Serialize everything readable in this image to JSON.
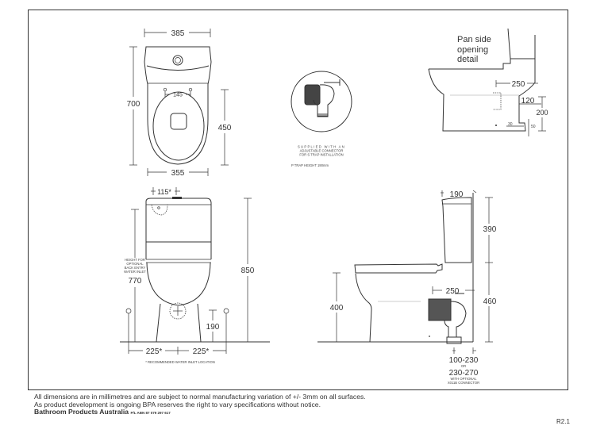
{
  "diagram": {
    "title": "Close coupled toilet suite dimension drawing",
    "units": "mm",
    "plan_view": {
      "width_top": "385",
      "overall_depth": "700",
      "seat_hinge_spacing": "145",
      "seat_depth": "450",
      "width_bottom": "355"
    },
    "connector_detail": {
      "note_line1": "SUPPLIED WITH AN",
      "note_line2": "ADJUSTABLE CONNECTOR",
      "note_line3": "FOR S TRAP INSTALLATION",
      "p_trap_note": "P TRAP HEIGHT 190mm"
    },
    "pan_side_detail": {
      "title_line1": "Pan side",
      "title_line2": "opening",
      "title_line3": "detail",
      "opening_width": "250",
      "opening_offset": "120",
      "opening_height": "200",
      "small_width": "30",
      "small_height": "50"
    },
    "front_view": {
      "button_offset": "115*",
      "optional_inlet_note_line1": "HEIGHT FOR",
      "optional_inlet_note_line2": "OPTIONAL",
      "optional_inlet_note_line3": "BACK ENTRY",
      "optional_inlet_note_line4": "WATER INLET",
      "optional_inlet_height": "770",
      "overall_height": "850",
      "outlet_height": "190",
      "inlet_left": "225*",
      "inlet_right": "225*",
      "inlet_footnote": "* RECOMMENDED WATER INLET LOCATION"
    },
    "side_view": {
      "cistern_depth": "190",
      "cistern_height": "390",
      "pan_height": "460",
      "seat_height": "400",
      "connector_length": "250",
      "setout_range": "100-230",
      "or_label": "OR",
      "setout_range_optional": "230-270",
      "optional_note_line1": "WITH OPTIONAL",
      "optional_note_line2": "X011B CONNECTOR"
    }
  },
  "footer": {
    "line1": "All dimensions are in millimetres and are subject to normal manufacturing variation of +/- 3mm on all surfaces.",
    "line2": "As product development is ongoing BPA reserves the right to vary specifications without notice.",
    "company": "Bathroom Products Australia",
    "abn": "P/L ABN 87 079 297 617"
  },
  "revision": "R2.1"
}
